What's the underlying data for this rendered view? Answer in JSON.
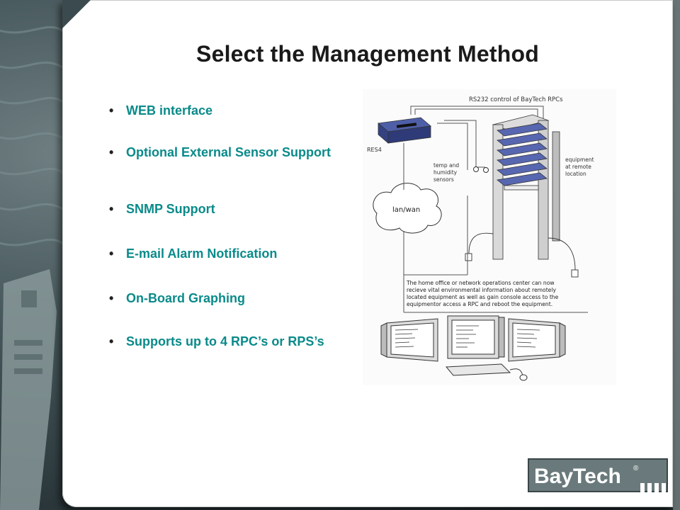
{
  "slide": {
    "title": "Select the Management Method",
    "bullets": [
      "WEB interface",
      "Optional External Sensor Support",
      "SNMP Support",
      "E-mail Alarm Notification",
      "On-Board Graphing",
      "Supports up to 4 RPC’s or RPS’s"
    ]
  },
  "diagram": {
    "rs232_label": "RS232 control of BayTech RPCs",
    "res4_label": "RES4",
    "sensors_label": [
      "temp and",
      "humidity",
      "sensors"
    ],
    "equipment_label": [
      "equipment",
      "at remote",
      "location"
    ],
    "cloud_label": "lan/wan",
    "caption": [
      "The home office or network operations center can now",
      "recieve vital environmental information about remotely",
      "located equipment as well as gain console access to the",
      "equipmentor access a RPC and reboot the equipment."
    ]
  },
  "logo": {
    "text": "BayTech",
    "mark": "®"
  },
  "colors": {
    "bullet_text": "#0a8a8a",
    "title": "#1a1a1a",
    "background": "#3b4a4e"
  }
}
